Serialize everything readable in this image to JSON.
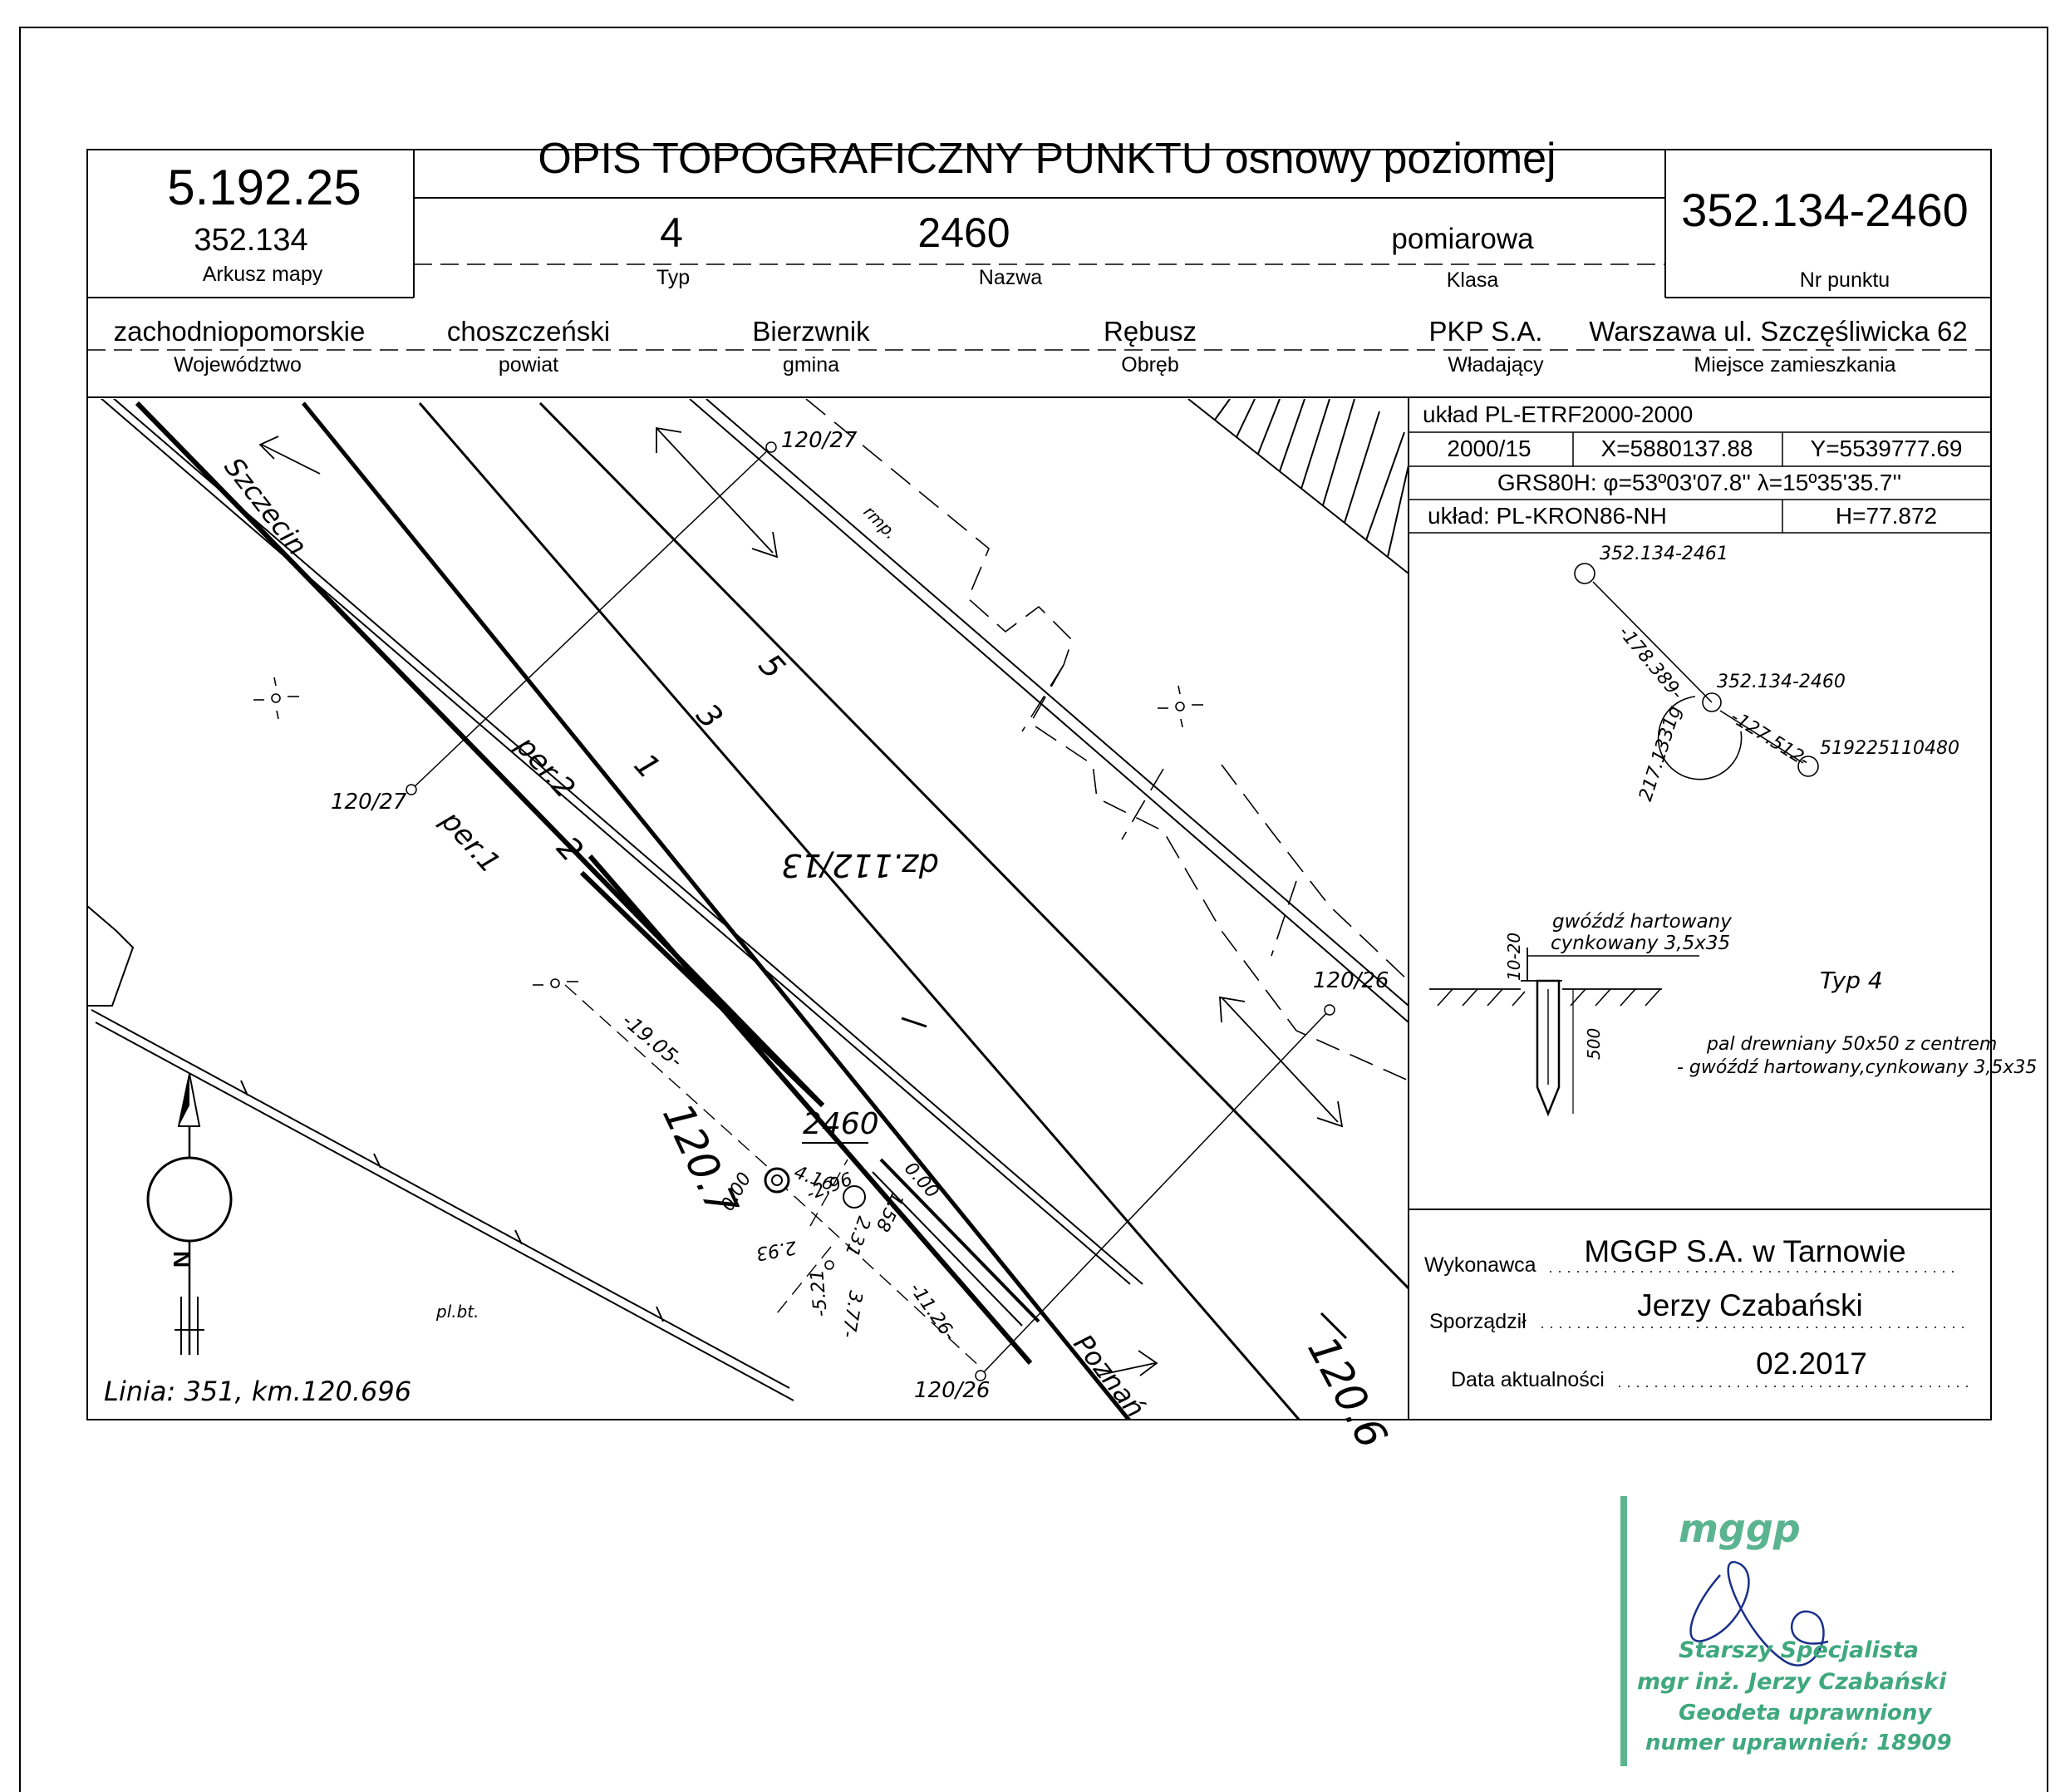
{
  "header": {
    "title": "OPIS TOPOGRAFICZNY PUNKTU osnowy poziomej",
    "sheet_number": "5.192.25",
    "sheet_code": "352.134",
    "sheet_label": "Arkusz mapy",
    "type_value": "4",
    "type_label": "Typ",
    "name_value": "2460",
    "name_label": "Nazwa",
    "class_value": "pomiarowa",
    "class_label": "Klasa",
    "point_number": "352.134-2460",
    "point_number_label": "Nr punktu"
  },
  "admin": {
    "voivodeship": "zachodniopomorskie",
    "voivodeship_label": "Województwo",
    "county": "choszczeński",
    "county_label": "powiat",
    "commune": "Bierzwnik",
    "commune_label": "gmina",
    "precinct": "Rębusz",
    "precinct_label": "Obręb",
    "owner": "PKP S.A.",
    "owner_label": "Władający",
    "residence": "Warszawa ul. Szczęśliwicka 62",
    "residence_label": "Miejsce zamieszkania"
  },
  "coords": {
    "system": "układ PL-ETRF2000-2000",
    "zone": "2000/15",
    "x": "X=5880137.88",
    "y": "Y=5539777.69",
    "grs": "GRS80H: φ=53º03'07.8'' λ=15º35'35.7''",
    "height_system": "układ: PL-KRON86-NH",
    "height": "H=77.872"
  },
  "sketch": {
    "neighbor_1": "352.134-2461",
    "dist_1": "-178.389-",
    "center": "352.134-2460",
    "dist_2": "-127.512-",
    "neighbor_2": "519225110480",
    "angle": "217.1331g"
  },
  "marker": {
    "nail": "gwóźdź hartowany",
    "nail_spec": "cynkowany 3,5x35",
    "depth": "10-20",
    "length": "500",
    "type_label": "Typ 4",
    "desc_1": "pal drewniany 50x50 z centrem",
    "desc_2": "- gwóźdź hartowany,cynkowany 3,5x35"
  },
  "footer": {
    "contractor_label": "Wykonawca",
    "contractor": "MGGP S.A.  w Tarnowie",
    "author_label": "Sporządził",
    "author": "Jerzy Czabański",
    "date_label": "Data aktualności",
    "date": "02.2017"
  },
  "map": {
    "city_north": "Szczecin",
    "city_south": "Poznań",
    "rmp": "rmp.",
    "parcel": "dz.112/13",
    "per2": "per.2",
    "per1": "per.1",
    "track_5": "5",
    "track_3": "3",
    "track_1": "1",
    "track_2": "2",
    "point": "2460",
    "km_1207": "120.7",
    "km_1206": "120.6",
    "hm_top": "120/27",
    "hm_left": "120/27",
    "hm_right": "120/26",
    "hm_bottom": "120/26",
    "dist_1905": "-19.05-",
    "dist_416": "4.16",
    "dist_296": "-2.96",
    "dist_231": "2.31",
    "dist_158": "1.58",
    "dist_000a": "0.00",
    "dist_000b": "0.00",
    "dist_293": "2.93",
    "dist_521": "-5.21",
    "dist_377": "3.77-",
    "dist_1126": "-11.26-",
    "plbt": "pl.bt.",
    "north": "N",
    "line_info": "Linia: 351, km.120.696"
  },
  "stamp": {
    "logo": "mggp",
    "line1": "Starszy Specjalista",
    "line2": "mgr inż. Jerzy Czabański",
    "line3": "Geodeta uprawniony",
    "line4": "numer uprawnień: 18909"
  }
}
